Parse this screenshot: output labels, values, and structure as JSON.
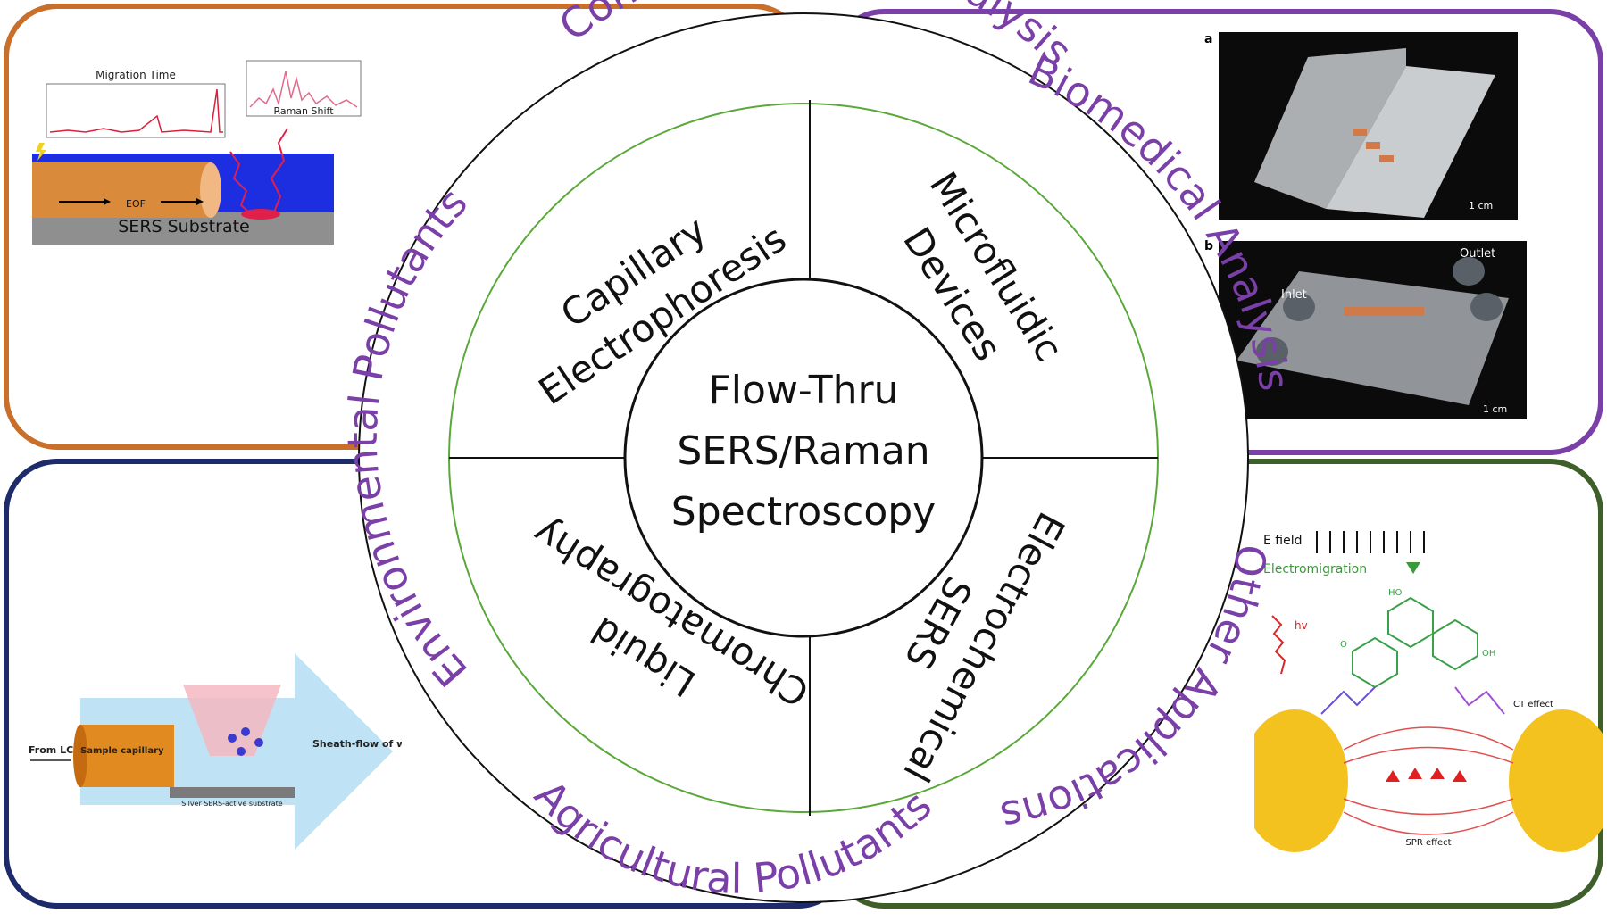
{
  "center": {
    "line1": "Flow-Thru",
    "line2": "SERS/Raman",
    "line3": "Spectroscopy"
  },
  "quadrants": {
    "top_left": [
      "Capillary",
      "Electrophoresis"
    ],
    "top_right": [
      "Microfluidic",
      "Devices"
    ],
    "bottom_left": [
      "Liquid",
      "Chromatography"
    ],
    "bottom_right": [
      "Electrochemical",
      "SERS"
    ]
  },
  "ring_labels": {
    "top": "Complex Mixture Analysis",
    "right_upper": "Biomedical Analysis",
    "right_lower": "Other Applications",
    "bottom": "Agricultural Pollutants",
    "left": "Environmental Pollutants"
  },
  "ce_figure": {
    "migration_time": "Migration Time",
    "raman_shift": "Raman Shift",
    "eof": "EOF",
    "substrate": "SERS Substrate"
  },
  "microfluidic_figure": {
    "label_a": "a",
    "label_b": "b",
    "scale_a": "1 cm",
    "scale_b": "1 cm",
    "inlet": "Inlet",
    "outlet": "Outlet"
  },
  "lc_figure": {
    "from_lc": "From LC",
    "capillary": "Sample capillary",
    "sheath": "Sheath-flow of water",
    "substrate": "Silver SERS-active substrate"
  },
  "ec_figure": {
    "e_field": "E field",
    "electromigration": "Electromigration",
    "hv": "hv",
    "ct_effect": "CT effect",
    "spr_effect": "SPR effect",
    "oh1": "HO",
    "oh2": "OH",
    "carbonyl": "O"
  },
  "colors": {
    "orange_panel": "#c76f2b",
    "purple_panel": "#7b3fa8",
    "navy_panel": "#1d2b6b",
    "green_panel": "#3f5f2a",
    "ring_text": "#7b3fa8",
    "inner_ring": "#5aa83a"
  }
}
